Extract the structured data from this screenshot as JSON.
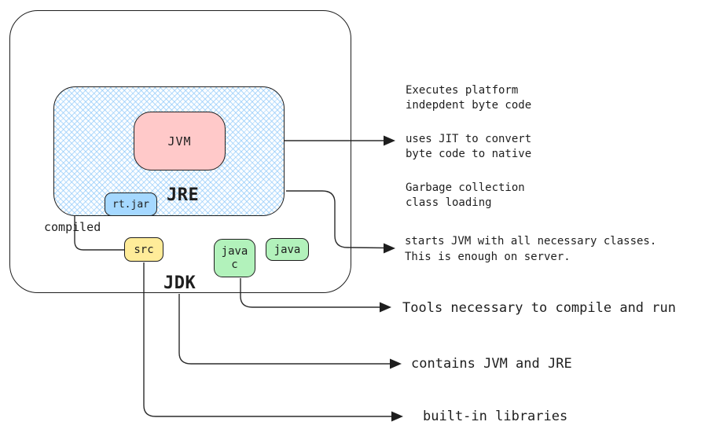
{
  "diagram": {
    "title_implicit": "JDK / JRE / JVM structure diagram",
    "outer_box": {
      "label": "JDK"
    },
    "inner_box": {
      "label": "JRE"
    },
    "boxes": {
      "jvm": {
        "label": "JVM",
        "fill": "#ffc9c9"
      },
      "rtjar": {
        "label": "rt.jar",
        "fill": "#a5d8ff"
      },
      "src": {
        "label": "src",
        "fill": "#ffec99"
      },
      "javac": {
        "label": "javac",
        "fill": "#b2f2bb"
      },
      "java": {
        "label": "java",
        "fill": "#b2f2bb"
      }
    },
    "labels": {
      "compiled": "compiled"
    },
    "annotations": [
      {
        "id": "jvm-note-exec",
        "text": "Executes platform\nindepdent byte code"
      },
      {
        "id": "jvm-note-jit",
        "text": "uses JIT to convert\nbyte code to native"
      },
      {
        "id": "jvm-note-gc",
        "text": "Garbage collection\nclass loading"
      },
      {
        "id": "jre-note-starts",
        "text": "starts JVM with all necessary classes.\nThis is enough on server."
      },
      {
        "id": "javac-note",
        "text": "Tools necessary to compile and run"
      },
      {
        "id": "jdk-note",
        "text": "contains JVM and JRE"
      },
      {
        "id": "src-note",
        "text": "built-in libraries"
      }
    ],
    "colors": {
      "stroke": "#1e1e1e",
      "hatch_blue": "#8cc8fa",
      "jvm_pink": "#ffc9c9",
      "rtjar_blue": "#a5d8ff",
      "src_yellow": "#ffec99",
      "green": "#b2f2bb"
    }
  }
}
